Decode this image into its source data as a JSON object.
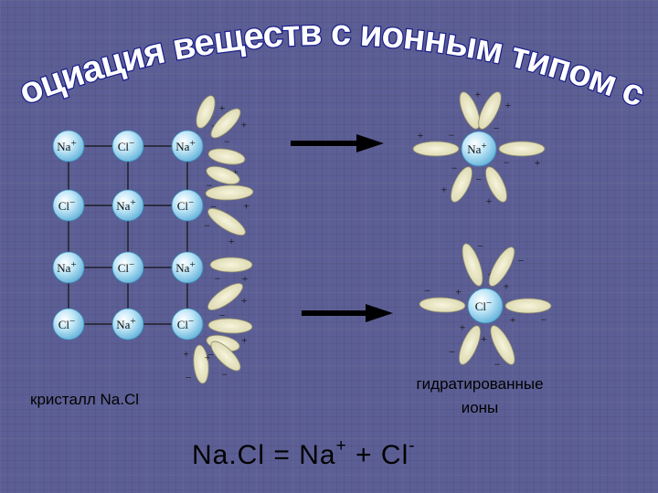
{
  "title": "Диссоциация веществ с ионным типом связи",
  "crystal": {
    "rows": [
      [
        {
          "el": "Na",
          "chg": "+"
        },
        {
          "el": "Cl",
          "chg": "−"
        },
        {
          "el": "Na",
          "chg": "+"
        }
      ],
      [
        {
          "el": "Cl",
          "chg": "−"
        },
        {
          "el": "Na",
          "chg": "+"
        },
        {
          "el": "Cl",
          "chg": "−"
        }
      ],
      [
        {
          "el": "Na",
          "chg": "+"
        },
        {
          "el": "Cl",
          "chg": "−"
        },
        {
          "el": "Na",
          "chg": "+"
        }
      ],
      [
        {
          "el": "Cl",
          "chg": "−"
        },
        {
          "el": "Na",
          "chg": "+"
        },
        {
          "el": "Cl",
          "chg": "−"
        }
      ]
    ]
  },
  "hydrated_na": {
    "el": "Na",
    "chg": "+"
  },
  "hydrated_cl": {
    "el": "Cl",
    "chg": "−"
  },
  "captions": {
    "crystal": "кристалл Na.Cl",
    "hydrated_line1": "гидратированные",
    "hydrated_line2": "ионы"
  },
  "equation": {
    "lhs": "Na.Cl",
    "eq": "=",
    "ion1": "Na",
    "ion1_charge": "+",
    "plus": "+",
    "ion2": "Cl",
    "ion2_charge": "-"
  },
  "colors": {
    "ion_fill": "#a8dcf2",
    "ion_stroke": "#3a8fbe",
    "water_fill": "#ece9c7",
    "water_stroke": "#8c8a6e",
    "grid_line": "#111111",
    "arrow": "#000000",
    "title_fill": "#ffffff",
    "title_stroke": "#1b1f8c"
  },
  "icons": {
    "water": "water-dipole-icon",
    "arrow": "arrow-right-icon",
    "ion": "ion-sphere-icon"
  }
}
